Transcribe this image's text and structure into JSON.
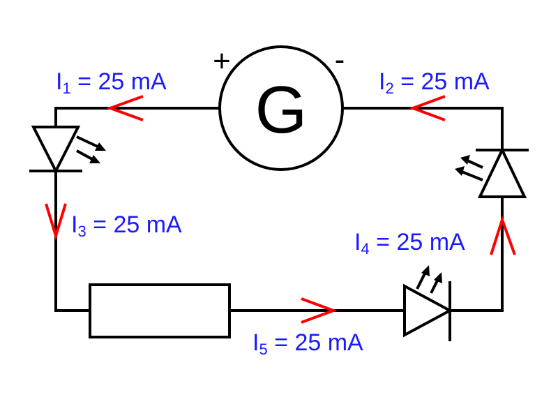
{
  "generator": {
    "label": "G",
    "plus": "+",
    "minus": "-"
  },
  "currents": [
    {
      "name": "I",
      "sub": "1",
      "text": " = 25 mA"
    },
    {
      "name": "I",
      "sub": "2",
      "text": " = 25 mA"
    },
    {
      "name": "I",
      "sub": "3",
      "text": " = 25 mA"
    },
    {
      "name": "I",
      "sub": "4",
      "text": " = 25 mA"
    },
    {
      "name": "I",
      "sub": "5",
      "text": " = 25 mA"
    }
  ],
  "colors": {
    "wire": "#000000",
    "current_arrow": "#ff0000",
    "label": "#1a1aff"
  }
}
